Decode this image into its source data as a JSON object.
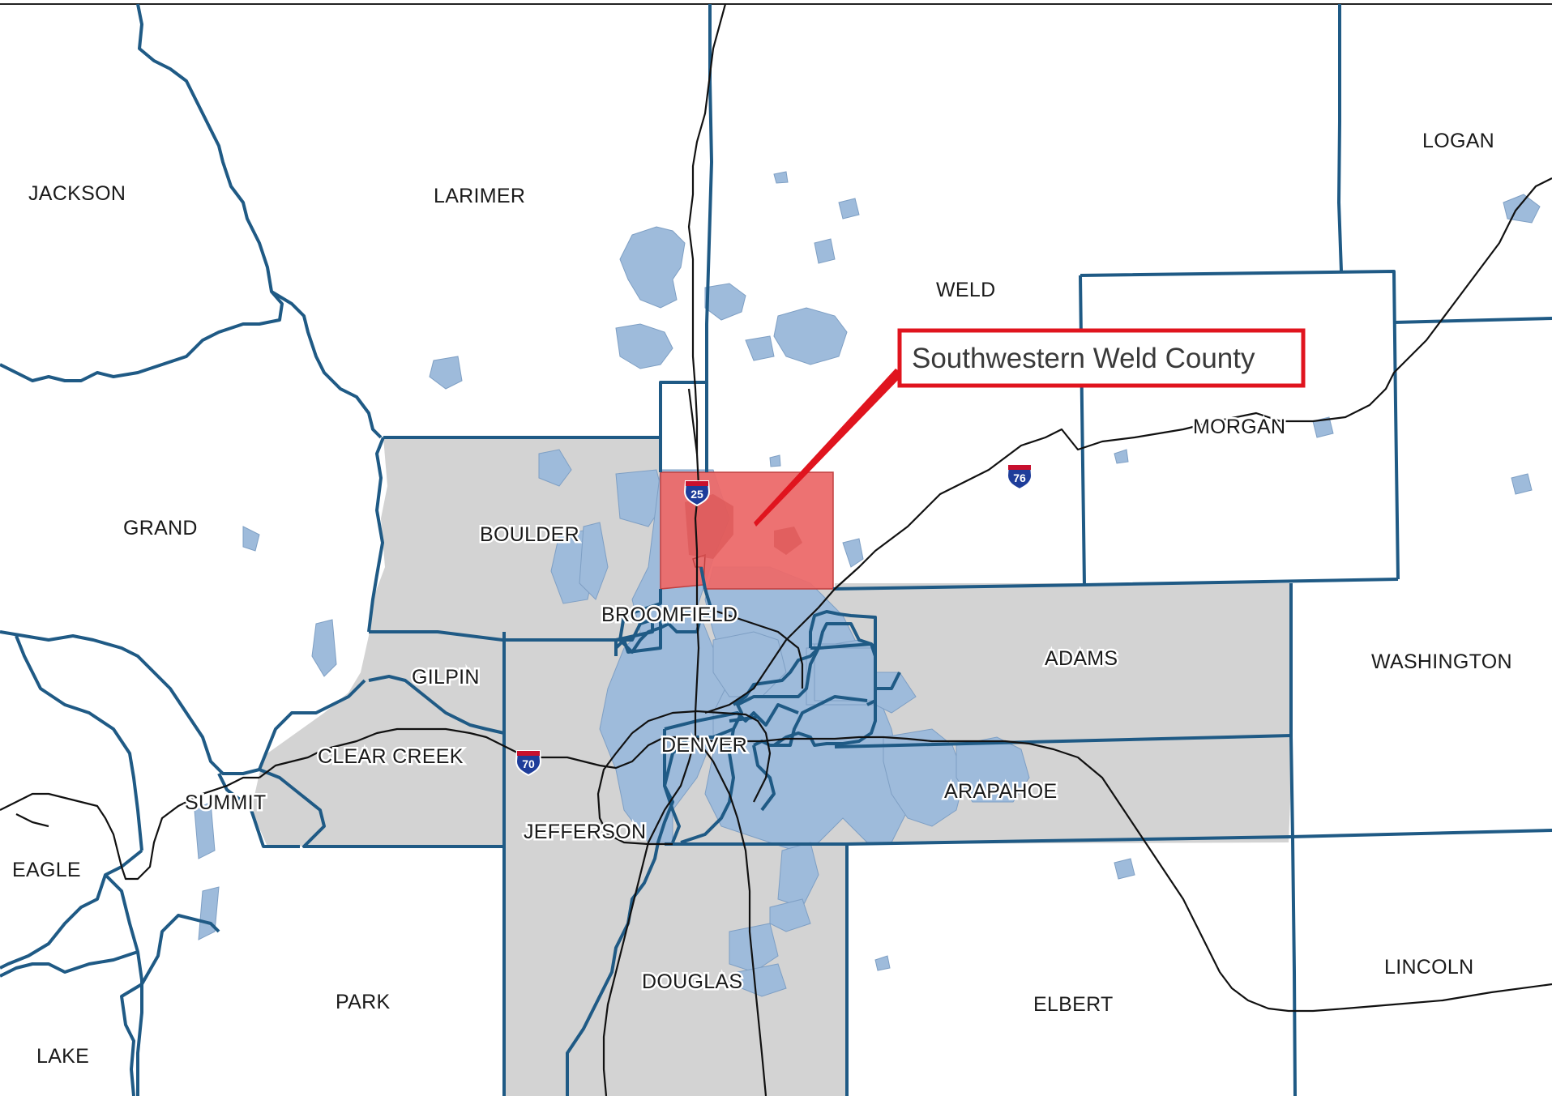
{
  "map": {
    "callout": {
      "label": "Southwestern Weld County"
    },
    "counties": {
      "jackson": "JACKSON",
      "larimer": "LARIMER",
      "logan": "LOGAN",
      "weld": "WELD",
      "morgan": "MORGAN",
      "grand": "GRAND",
      "boulder": "BOULDER",
      "broomfield": "BROOMFIELD",
      "gilpin": "GILPIN",
      "adams": "ADAMS",
      "washington": "WASHINGTON",
      "clear_creek": "CLEAR CREEK",
      "denver": "DENVER",
      "summit": "SUMMIT",
      "arapahoe": "ARAPAHOE",
      "jefferson": "JEFFERSON",
      "eagle": "EAGLE",
      "douglas": "DOUGLAS",
      "lincoln": "LINCOLN",
      "park": "PARK",
      "elbert": "ELBERT",
      "lake": "LAKE"
    },
    "interstates": {
      "i25": "25",
      "i76": "76",
      "i70": "70"
    },
    "colors": {
      "county_border": "#1f5a85",
      "metro_fill": "#d3d3d3",
      "highlight_fill": "#ec6a6a",
      "callout_border": "#e0141e",
      "urban_fill": "#9ebbdb"
    }
  }
}
